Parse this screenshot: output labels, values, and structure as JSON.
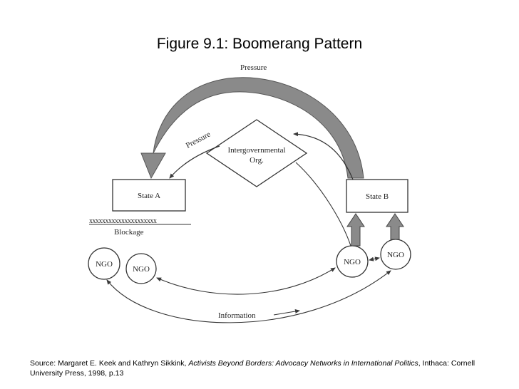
{
  "figure": {
    "title": "Figure 9.1: Boomerang Pattern"
  },
  "diagram": {
    "pressure_top_label": "Pressure",
    "pressure_mid_label": "Pressure",
    "igo_label_line1": "Intergovernmental",
    "igo_label_line2": "Org.",
    "state_a_label": "State A",
    "state_b_label": "State B",
    "blockage_marks": "xxxxxxxxxxxxxxxxxxxxx",
    "blockage_label": "Blockage",
    "ngo_label": "NGO",
    "information_label": "Information"
  },
  "source": {
    "prefix": "Source: Margaret E. Keek and Kathryn Sikkink, ",
    "book_title": "Activists Beyond Borders: Advocacy Networks in International Politics",
    "suffix": ", Inthaca: Cornell University Press, 1998, p.13"
  },
  "colors": {
    "arrow_fill": "#8a8a8a",
    "stroke": "#3a3a3a"
  }
}
